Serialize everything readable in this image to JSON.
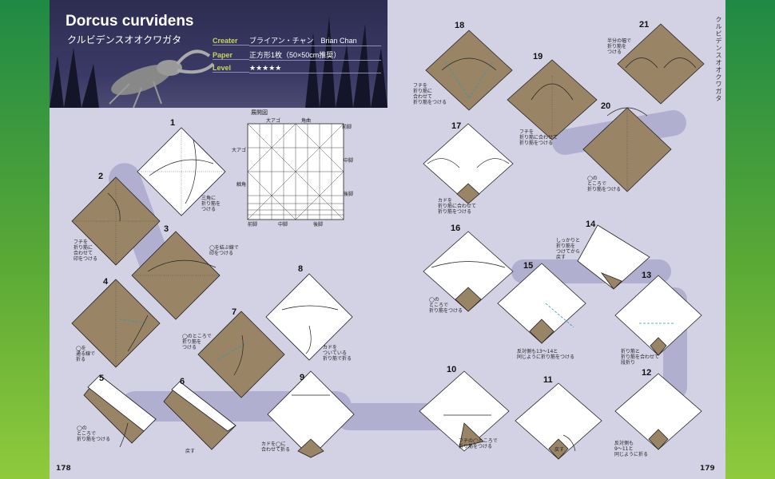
{
  "title_en": "Dorcus curvidens",
  "title_jp": "クルビデンスオオクワガタ",
  "info": [
    {
      "label": "Creater",
      "value": "ブライアン・チャン　Brian Chan"
    },
    {
      "label": "Paper",
      "value": "正方形1枚（50×50cm推奨）"
    },
    {
      "label": "Level",
      "value": "★★★★★"
    }
  ],
  "vertical_title": "クルビデンスオオクワガタ",
  "cp": {
    "title": "展開図",
    "labels": [
      "大アゴ",
      "角曲",
      "前脚",
      "大アゴ",
      "中脚",
      "触角",
      "後脚",
      "前脚",
      "中脚",
      "後脚"
    ]
  },
  "steps": {
    "s1": "1",
    "s2": "2",
    "s3": "3",
    "s4": "4",
    "s5": "5",
    "s6": "6",
    "s7": "7",
    "s8": "8",
    "s9": "9",
    "s10": "10",
    "s11": "11",
    "s12": "12",
    "s13": "13",
    "s14": "14",
    "s15": "15",
    "s16": "16",
    "s17": "17",
    "s18": "18",
    "s19": "19",
    "s20": "20",
    "s21": "21"
  },
  "notes": {
    "n1": "三角に\n折り筋を\nつける",
    "n2": "フチを\n折り筋に\n合わせて\n印をつける",
    "n3": "◯を結ぶ線で\n印をつける",
    "n4": "◯を\n通る線で\n折る",
    "n5": "◯の\nところで\n折り筋をつける",
    "n6": "戻す",
    "n7": "◯のところで\n折り筋を\nつける",
    "n8": "カドを\nついている\n折り筋で折る",
    "n9": "カドを◯に\n合わせて折る",
    "n10": "フチの◯ところで\n折り筋をつける",
    "n11": "戻す",
    "n12": "反対側も\n9〜11と\n同じように折る",
    "n13": "折り筋と\n折り筋を合わせて\n段折り",
    "n14": "しっかりと\n折り筋を\nつけてから\n戻す",
    "n15": "反対側も13〜14と\n同じように折り筋をつける",
    "n16": "◯の\nところで\n折り筋をつける",
    "n17": "カドを\n折り筋に合わせて\n折り筋をつける",
    "n18": "フチを\n折り筋に\n合わせて\n折り筋をつける",
    "n19": "フチを\n折り筋に合わせて\n折り筋をつける",
    "n20": "◯の\nところで\n折り筋をつける",
    "n21": "半分の幅で\n折り筋を\nつける"
  },
  "page_numbers": {
    "left": "178",
    "right": "179"
  },
  "colors": {
    "paper_back": "#9a8466",
    "paper_front": "#ffffff",
    "page_bg": "#d3d2e5",
    "header": "#33335c",
    "accent_label": "#c9d65a"
  }
}
